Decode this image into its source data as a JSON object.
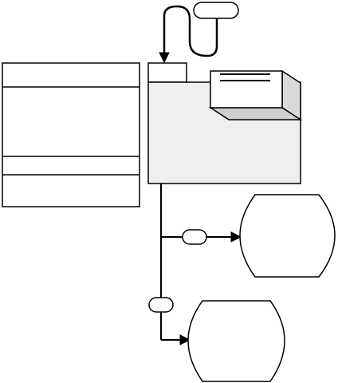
{
  "diagram": {
    "colors": {
      "stroke": "#000000",
      "background": "#ffffff",
      "folder_fill": "#efefef",
      "box_top_fill": "#ffffff",
      "box_side_fill": "#d9d9d9",
      "box_bottom_fill": "#cfcfcf"
    },
    "nodes": [
      {
        "id": "top-connector-pill",
        "kind": "pill-connector"
      },
      {
        "id": "left-class-box",
        "kind": "class-box",
        "compartments": 3
      },
      {
        "id": "folder-package",
        "kind": "folder"
      },
      {
        "id": "isometric-box",
        "kind": "3d-box",
        "label_lines": 2
      },
      {
        "id": "middle-connector-pill",
        "kind": "pill-connector"
      },
      {
        "id": "right-datastore",
        "kind": "cylinder"
      },
      {
        "id": "lower-connector-pill",
        "kind": "pill-connector"
      },
      {
        "id": "bottom-datastore",
        "kind": "cylinder"
      }
    ],
    "edges": [
      {
        "from": "top-connector-pill",
        "to": "folder-package",
        "arrow": true
      },
      {
        "from": "folder-package",
        "to": "right-datastore",
        "arrow": true
      },
      {
        "from": "folder-package",
        "to": "bottom-datastore",
        "arrow": true
      }
    ]
  }
}
